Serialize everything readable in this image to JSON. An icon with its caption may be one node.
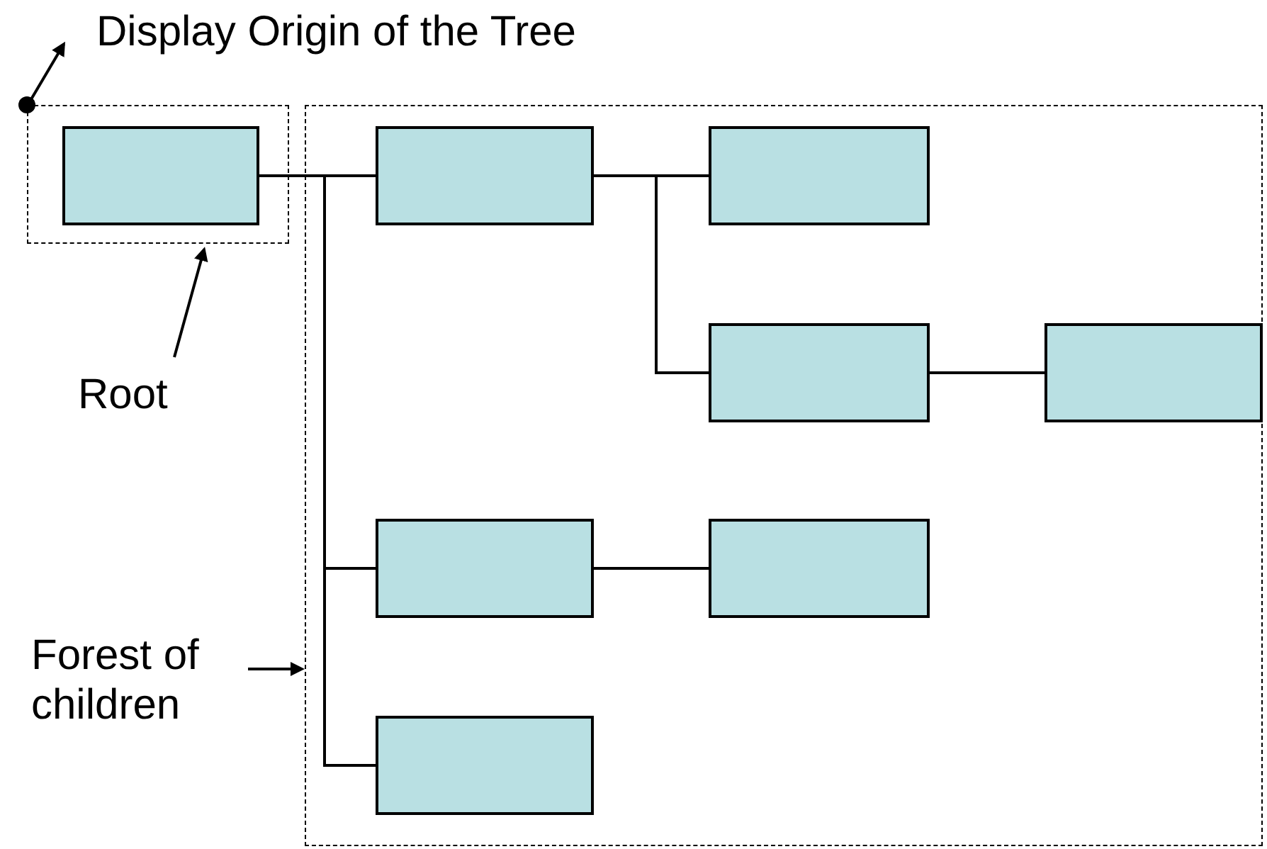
{
  "diagram": {
    "nodes": [
      {
        "text": [],
        "shape": "circle"
      },
      {
        "text": [
          "Display Origin of the Tree"
        ]
      },
      {
        "text": [],
        "shape": "box"
      },
      {
        "text": [],
        "shape": "box",
        "in": 2
      },
      {
        "text": [],
        "shape": "box"
      },
      {
        "text": [],
        "shape": "box",
        "in": 4
      },
      {
        "text": [],
        "shape": "box",
        "in": 4
      },
      {
        "text": [],
        "shape": "box",
        "in": 4
      },
      {
        "text": [],
        "shape": "box",
        "in": 4
      },
      {
        "text": [],
        "shape": "box",
        "in": 4
      },
      {
        "text": [],
        "shape": "box",
        "in": 4
      },
      {
        "text": [],
        "shape": "box",
        "in": 4
      },
      {
        "text": [
          "Root"
        ]
      },
      {
        "text": [
          "Forest of children"
        ]
      }
    ],
    "edges": [
      {
        "from": 0,
        "to": 1,
        "arrow": "to"
      },
      {
        "from": 3,
        "to": 5,
        "arrow": "none"
      },
      {
        "from": 3,
        "to": 9,
        "arrow": "none"
      },
      {
        "from": 3,
        "to": 11,
        "arrow": "none"
      },
      {
        "from": 5,
        "to": 6,
        "arrow": "none"
      },
      {
        "from": 5,
        "to": 7,
        "arrow": "none"
      },
      {
        "from": 7,
        "to": 8,
        "arrow": "none"
      },
      {
        "from": 9,
        "to": 10,
        "arrow": "none"
      },
      {
        "from": 12,
        "to": 2,
        "arrow": "to"
      },
      {
        "from": 13,
        "to": 4,
        "arrow": "to"
      }
    ]
  }
}
